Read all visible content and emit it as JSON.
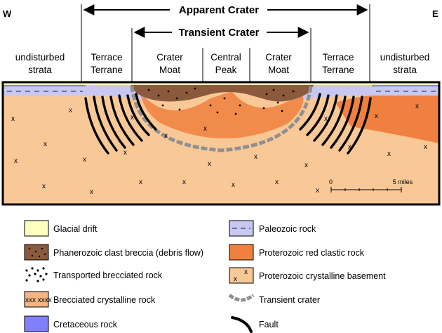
{
  "directions": {
    "west": "W",
    "east": "E"
  },
  "headers": {
    "apparent": "Apparent Crater",
    "transient": "Transient Crater"
  },
  "zones": [
    {
      "line1": "undisturbed",
      "line2": "strata"
    },
    {
      "line1": "Terrace",
      "line2": "Terrane"
    },
    {
      "line1": "Crater",
      "line2": "Moat"
    },
    {
      "line1": "Central",
      "line2": "Peak"
    },
    {
      "line1": "Crater",
      "line2": "Moat"
    },
    {
      "line1": "Terrace",
      "line2": "Terrane"
    },
    {
      "line1": "undisturbed",
      "line2": "strata"
    }
  ],
  "scale": {
    "start": "0",
    "end": "5 miles"
  },
  "colors": {
    "glacial_drift": "#ffffc0",
    "breccia_debris": "#8b5a3c",
    "brecciated_crystalline": "#f4b483",
    "cretaceous": "#8080ff",
    "paleozoic": "#c8c8f0",
    "proterozoic_red": "#f08040",
    "proterozoic_basement": "#f8c896",
    "transient_crater": "#909090",
    "fault": "#000000"
  },
  "legend": {
    "left": [
      {
        "key": "glacial-drift",
        "label": "Glacial drift"
      },
      {
        "key": "breccia",
        "label": "Phanerozoic clast breccia (debris flow)"
      },
      {
        "key": "transported",
        "label": "Transported brecciated rock"
      },
      {
        "key": "brecciated-crystalline",
        "label": "Brecciated crystalline rock",
        "swatch_text": "xxx xxxx"
      },
      {
        "key": "cretaceous",
        "label": "Cretaceous rock"
      }
    ],
    "right": [
      {
        "key": "paleozoic",
        "label": "Paleozoic rock"
      },
      {
        "key": "proterozoic-red",
        "label": "Proterozoic red clastic rock"
      },
      {
        "key": "proterozoic-basement",
        "label": "Proterozoic crystalline basement",
        "swatch_text": "x"
      },
      {
        "key": "transient-crater",
        "label": "Transient crater"
      },
      {
        "key": "fault",
        "label": "Fault"
      }
    ]
  },
  "basement_mark": "x"
}
